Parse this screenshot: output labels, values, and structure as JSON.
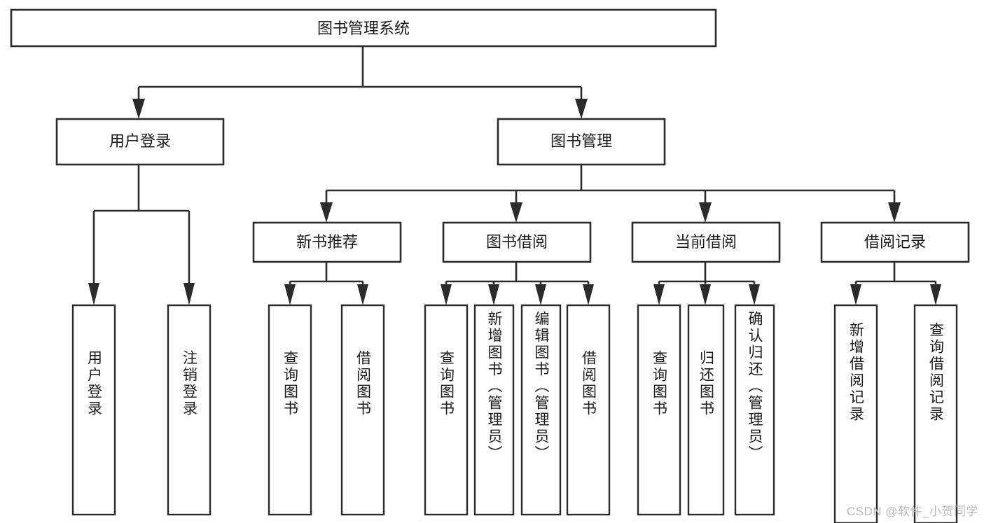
{
  "diagram": {
    "title": "图书管理系统",
    "watermark": "CSDN @软件_小贺同学",
    "colors": {
      "background": "#ffffff",
      "box_stroke": "#2b2b2b",
      "box_fill": "#ffffff",
      "text": "#1a1a1a",
      "watermark": "#b9b9b9"
    },
    "root": {
      "label": "图书管理系统"
    },
    "level2": [
      {
        "label": "用户登录"
      },
      {
        "label": "图书管理"
      }
    ],
    "level3": [
      {
        "label": "新书推荐"
      },
      {
        "label": "图书借阅"
      },
      {
        "label": "当前借阅"
      },
      {
        "label": "借阅记录"
      }
    ],
    "leaves": {
      "user_login": [
        {
          "label": "用户登录"
        },
        {
          "label": "注销登录"
        }
      ],
      "new_book_recommend": [
        {
          "label": "查询图书"
        },
        {
          "label": "借阅图书"
        }
      ],
      "book_borrow": [
        {
          "label": "查询图书"
        },
        {
          "label": "新增图书（管理员）"
        },
        {
          "label": "编辑图书（管理员）"
        },
        {
          "label": "借阅图书"
        }
      ],
      "current_borrow": [
        {
          "label": "查询图书"
        },
        {
          "label": "归还图书"
        },
        {
          "label": "确认归还（管理员）"
        }
      ],
      "borrow_record": [
        {
          "label": "新增借阅记录"
        },
        {
          "label": "查询借阅记录"
        }
      ]
    }
  }
}
